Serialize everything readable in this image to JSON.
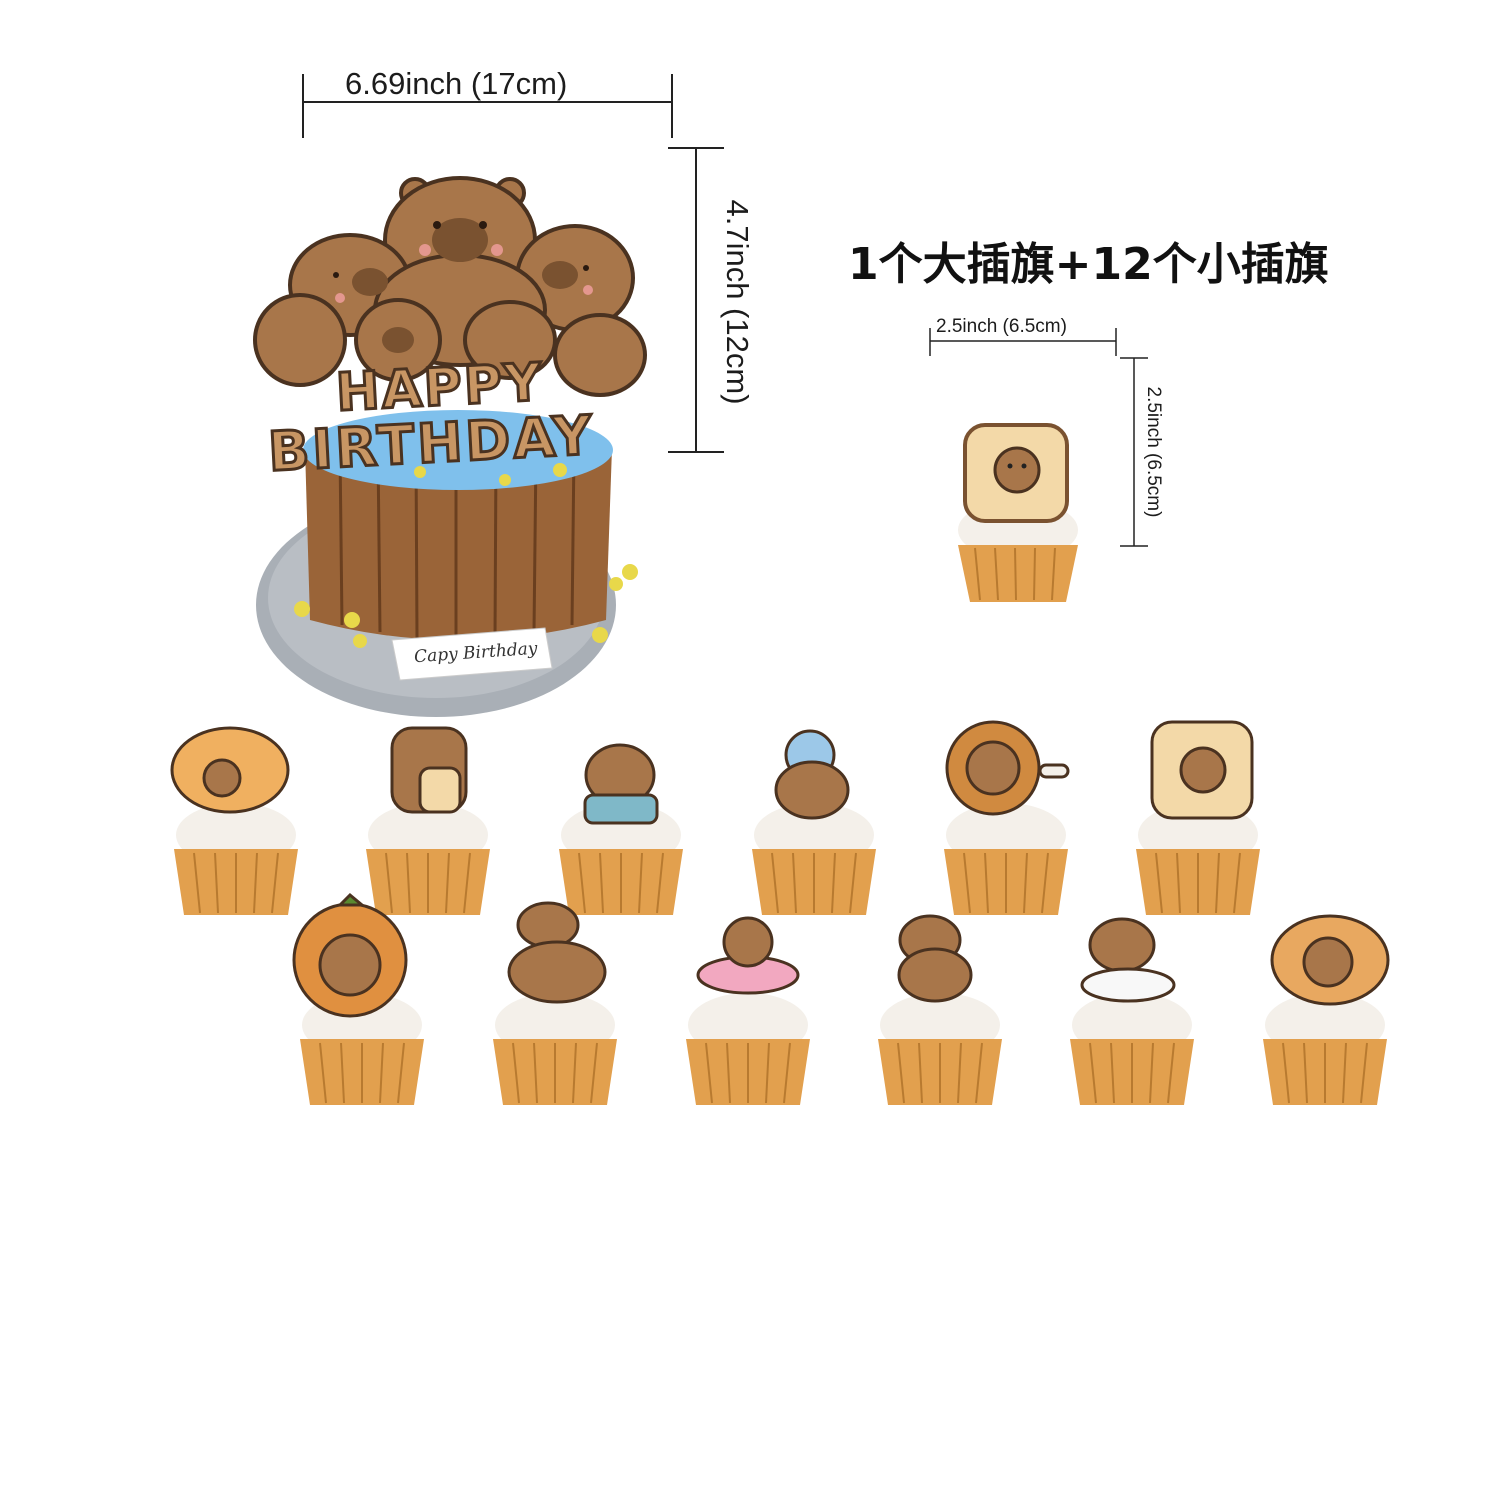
{
  "heading": "1个大插旗+12个小插旗",
  "large_topper": {
    "width_label": "6.69inch (17cm)",
    "height_label": "4.7inch (12cm)",
    "title_line1": "HAPPY",
    "title_line2": "BIRTHDAY",
    "plaque_text": "Capy Birthday"
  },
  "small_topper": {
    "width_label": "2.5inch (6.5cm)",
    "height_label": "2.5inch (6.5cm)"
  },
  "colors": {
    "capybara": "#a8764a",
    "capybara_dark": "#7a5230",
    "wood": "#9a6438",
    "cupcake_liner": "#e2a04e",
    "frosting": "#f4f0ea",
    "water": "#7fc0ec",
    "plate": "#9aa1a8"
  }
}
